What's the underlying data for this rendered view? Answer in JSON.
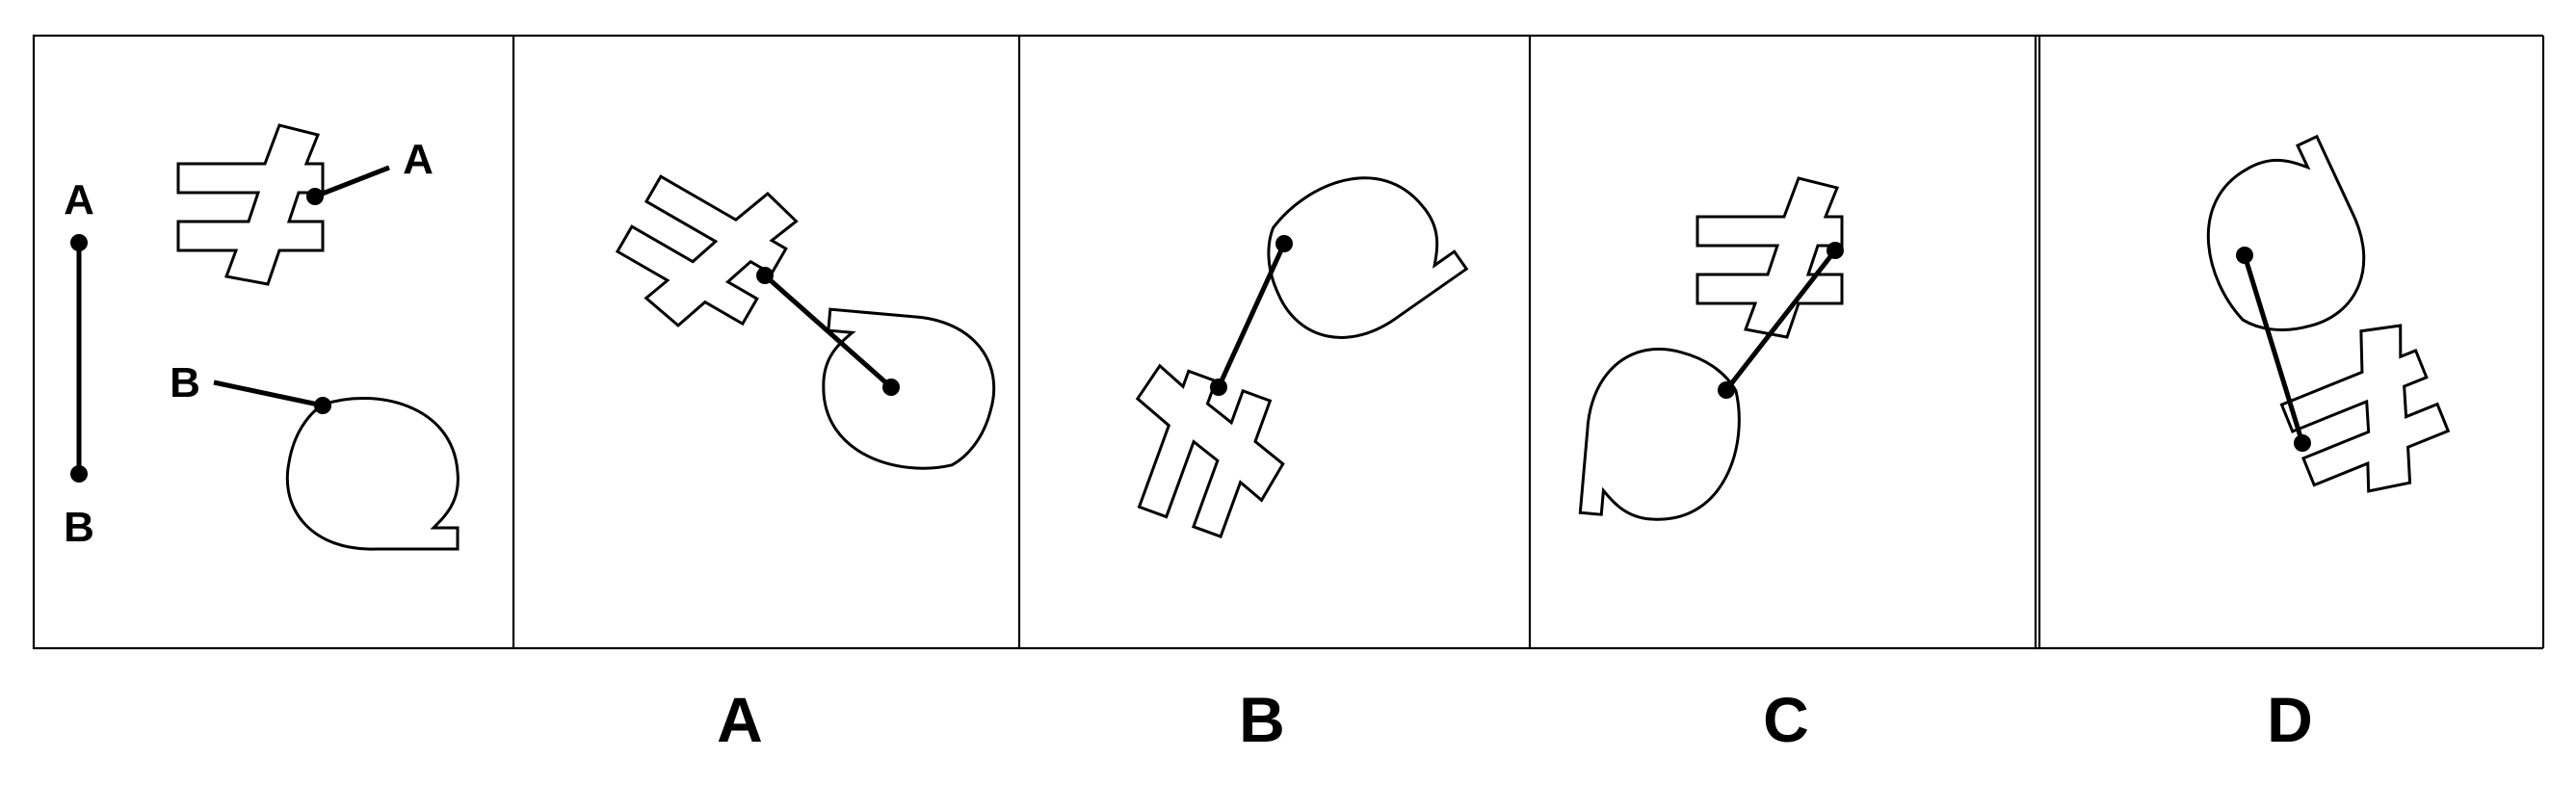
{
  "question": {
    "point_labels": {
      "seg_top": "A",
      "seg_bottom": "B",
      "hash_end": "A",
      "loop_end": "B"
    }
  },
  "options": [
    {
      "label": "A"
    },
    {
      "label": "B"
    },
    {
      "label": "C"
    },
    {
      "label": "D"
    }
  ]
}
